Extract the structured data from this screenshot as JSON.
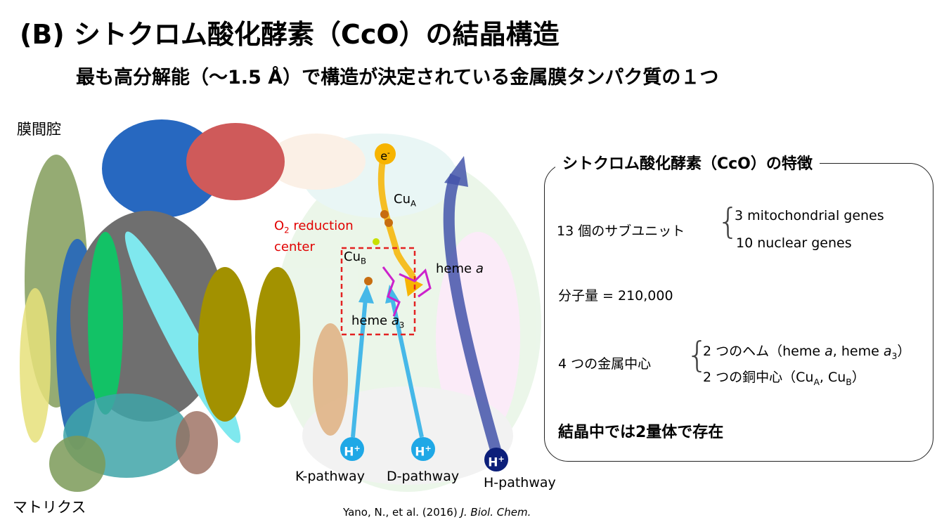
{
  "title": "(B) シトクロム酸化酵素（CcO）の結晶構造",
  "subtitle": "最も高分解能（〜1.5 Å）で構造が決定されている金属膜タンパク質の１つ",
  "regions": {
    "top": "膜間腔",
    "bottom": "マトリクス"
  },
  "figure": {
    "electron_label": "e",
    "electron_sup": "-",
    "cua_label": "Cu",
    "cua_sub": "A",
    "cub_label": "Cu",
    "cub_sub": "B",
    "o2_label_a": "O",
    "o2_sub": "2",
    "o2_label_b": " reduction",
    "o2_label_c": "center",
    "heme_a_label": "heme ",
    "heme_a_italic": "a",
    "heme_a3_label": "heme ",
    "heme_a3_italic": "a",
    "heme_a3_sub": "3",
    "hplus_text": "H",
    "hplus_sup": "+",
    "k_pathway": "K-pathway",
    "d_pathway": "D-pathway",
    "h_pathway": "H-pathway",
    "colors": {
      "k_d_arrow": "#46b8e8",
      "h_arrow": "#4455aa",
      "hplus_kd": "#1fa8e6",
      "hplus_h": "#0c1f7a",
      "electron_path": "#f7b400",
      "box": "#e32222"
    }
  },
  "panel": {
    "title": "シトクロム酸化酵素（CcO）の特徴",
    "subunits": "13 個のサブユニット",
    "genes_1": "3 mitochondrial genes",
    "genes_2": "10 nuclear genes",
    "mw": "分子量 = 210,000",
    "metal_centers": "4 つの金属中心",
    "metal_1_a": "2 つのヘム（heme ",
    "metal_1_b": "a",
    "metal_1_c": ", heme ",
    "metal_1_d": "a",
    "metal_1_e": "3",
    "metal_1_f": "）",
    "metal_2_a": "2 つの銅中心（Cu",
    "metal_2_b": "A",
    "metal_2_c": ", Cu",
    "metal_2_d": "B",
    "metal_2_e": "）",
    "dimer": "結晶中では2量体で存在"
  },
  "citation": {
    "authors": "Yano, N., et al. (2016) ",
    "journal": "J. Biol. Chem."
  }
}
